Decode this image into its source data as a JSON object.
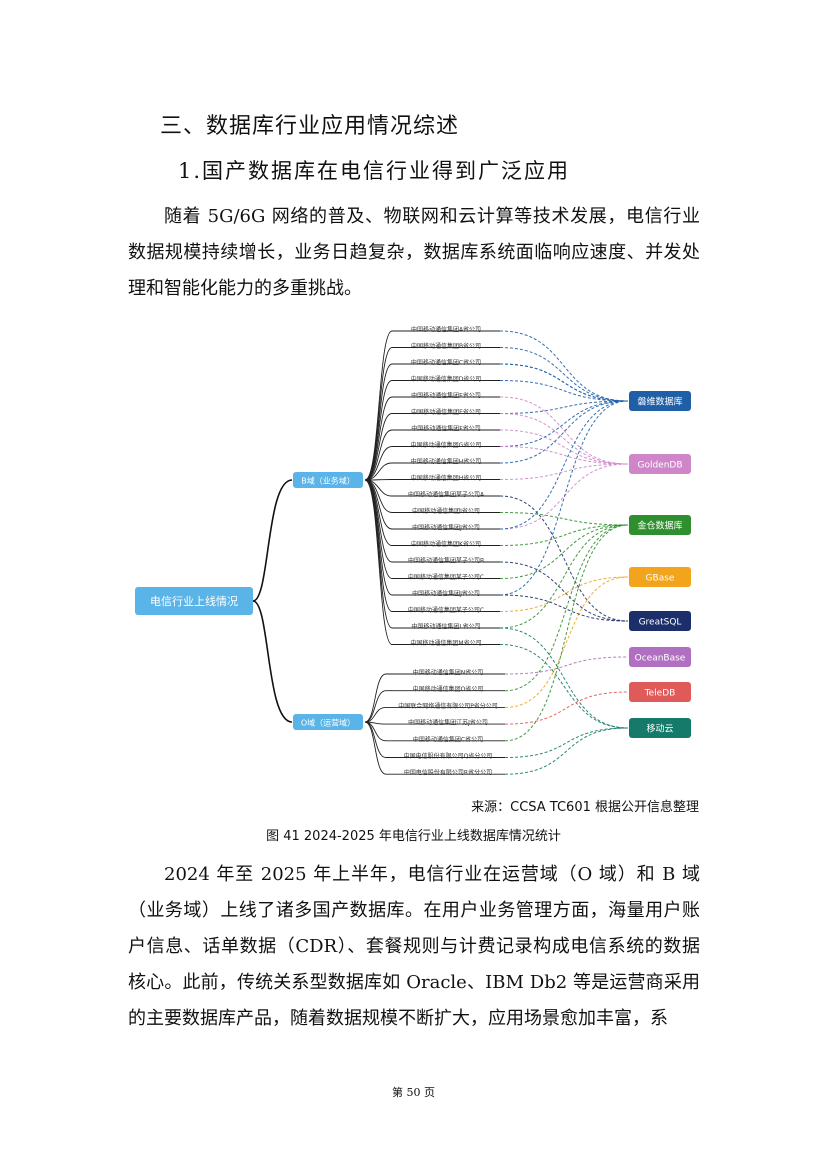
{
  "section_title": "三、数据库行业应用情况综述",
  "subsection_title": "1.国产数据库在电信行业得到广泛应用",
  "paragraph_1": "随着 5G/6G 网络的普及、物联网和云计算等技术发展，电信行业数据规模持续增长，业务日趋复杂，数据库系统面临响应速度、并发处理和智能化能力的多重挑战。",
  "diagram": {
    "root": "电信行业上线情况",
    "b_domain": {
      "label": "B域（业务域）",
      "companies": [
        "中国移动通信集团A省公司",
        "中国移动通信集团B省公司",
        "中国移动通信集团C省公司",
        "中国移动通信集团D省公司",
        "中国移动通信集团E省公司",
        "中国移动通信集团E省公司",
        "中国移动通信集团F省公司",
        "中国移动通信集团G省公司",
        "中国移动通信集团H省公司",
        "中国移动通信集团H省公司",
        "中国移动通信集团某子公司A",
        "中国移动通信集团I省公司",
        "中国移动通信集团J省公司",
        "中国移动通信集团K省公司",
        "中国移动通信集团某子公司B",
        "中国移动通信集团某子公司C",
        "中国移动通信集团J省公司",
        "中国移动通信集团某子公司C",
        "中国移动通信集团L省公司",
        "中国移动通信集团M省公司"
      ]
    },
    "o_domain": {
      "label": "O域（运营域）",
      "companies": [
        "中国移动通信集团N省公司",
        "中国移动通信集团O省公司",
        "中国联合网络通信有限公司P省分公司",
        "中国移动通信集团江苏J省公司",
        "中国移动通信集团C省公司",
        "中国电信股份有限公司Q省分公司",
        "中国电信股份有限公司R省分公司"
      ]
    },
    "databases": [
      {
        "name": "磐维数据库",
        "color": "#1f5fa8"
      },
      {
        "name": "GoldenDB",
        "color": "#cf86c9"
      },
      {
        "name": "金仓数据库",
        "color": "#2f8f2f"
      },
      {
        "name": "GBase",
        "color": "#f2a41c"
      },
      {
        "name": "GreatSQL",
        "color": "#1d2f6b"
      },
      {
        "name": "OceanBase",
        "color": "#b06fc0"
      },
      {
        "name": "TeleDB",
        "color": "#e05a5a"
      },
      {
        "name": "移动云",
        "color": "#167a6a"
      }
    ],
    "root_color": "#5ab4e8",
    "branch_color": "#5ab4e8"
  },
  "source": "来源：CCSA TC601 根据公开信息整理",
  "caption": "图 41 2024-2025 年电信行业上线数据库情况统计",
  "paragraph_2": "2024 年至 2025 年上半年，电信行业在运营域（O 域）和 B 域（业务域）上线了诸多国产数据库。在用户业务管理方面，海量用户账户信息、话单数据（CDR）、套餐规则与计费记录构成电信系统的数据核心。此前，传统关系型数据库如 Oracle、IBM Db2 等是运营商采用的主要数据库产品，随着数据规模不断扩大，应用场景愈加丰富，系",
  "page_number": "第 50 页"
}
